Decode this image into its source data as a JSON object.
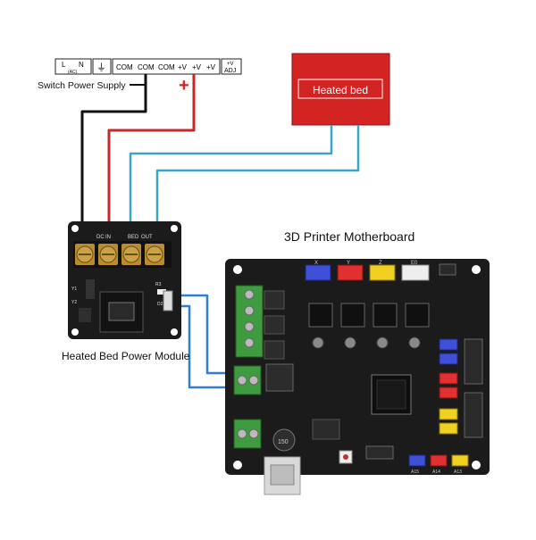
{
  "power_supply": {
    "label": "Switch Power Supply",
    "terminals": [
      "L",
      "N",
      "(AC)",
      "⏚",
      "COM",
      "COM",
      "COM",
      "+V",
      "+V",
      "+V",
      "+V",
      "ADJ"
    ]
  },
  "heated_bed": {
    "label": "Heated bed",
    "color": "#d42323"
  },
  "module": {
    "label": "Heated Bed Power Module",
    "terminal_labels": [
      "DC",
      "IN",
      "BED",
      "OUT"
    ],
    "side_labels": [
      "R3",
      "Y1",
      "Y2",
      "D2"
    ]
  },
  "motherboard": {
    "label": "3D Printer Motherboard",
    "header_labels": [
      "X",
      "Y",
      "Z",
      "E0"
    ],
    "bottom_labels": [
      "A13",
      "A14",
      "A15"
    ],
    "chip_label": "150"
  },
  "symbols": {
    "positive": "+"
  },
  "colors": {
    "wire_black": "#111111",
    "wire_red": "#c62828",
    "wire_cyan": "#3aa6c6",
    "wire_blue": "#2f7fd0",
    "board": "#1b1b1b",
    "terminal_green": "#3f9b3f"
  }
}
